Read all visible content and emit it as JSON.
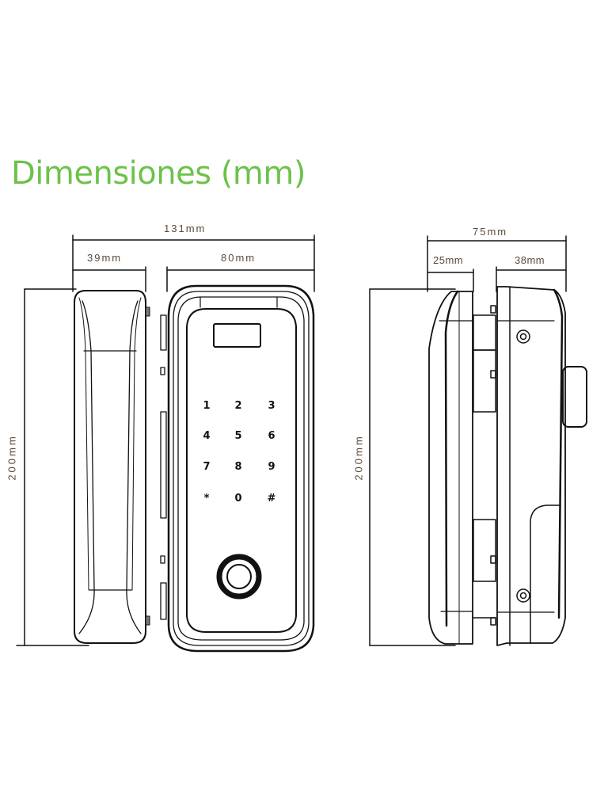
{
  "title": "Dimensiones (mm)",
  "colors": {
    "title": "#6cc24a",
    "dimension_text": "#5a4a3a",
    "line": "#111111"
  },
  "front_view": {
    "overall_width": "131mm",
    "handle_width": "39mm",
    "body_width": "80mm",
    "height": "200mm",
    "keypad": {
      "keys": [
        "1",
        "2",
        "3",
        "4",
        "5",
        "6",
        "7",
        "8",
        "9",
        "*",
        "0",
        "#"
      ]
    }
  },
  "side_view": {
    "overall_depth": "75mm",
    "handle_depth": "25mm",
    "body_depth": "38mm",
    "height": "200mm"
  }
}
